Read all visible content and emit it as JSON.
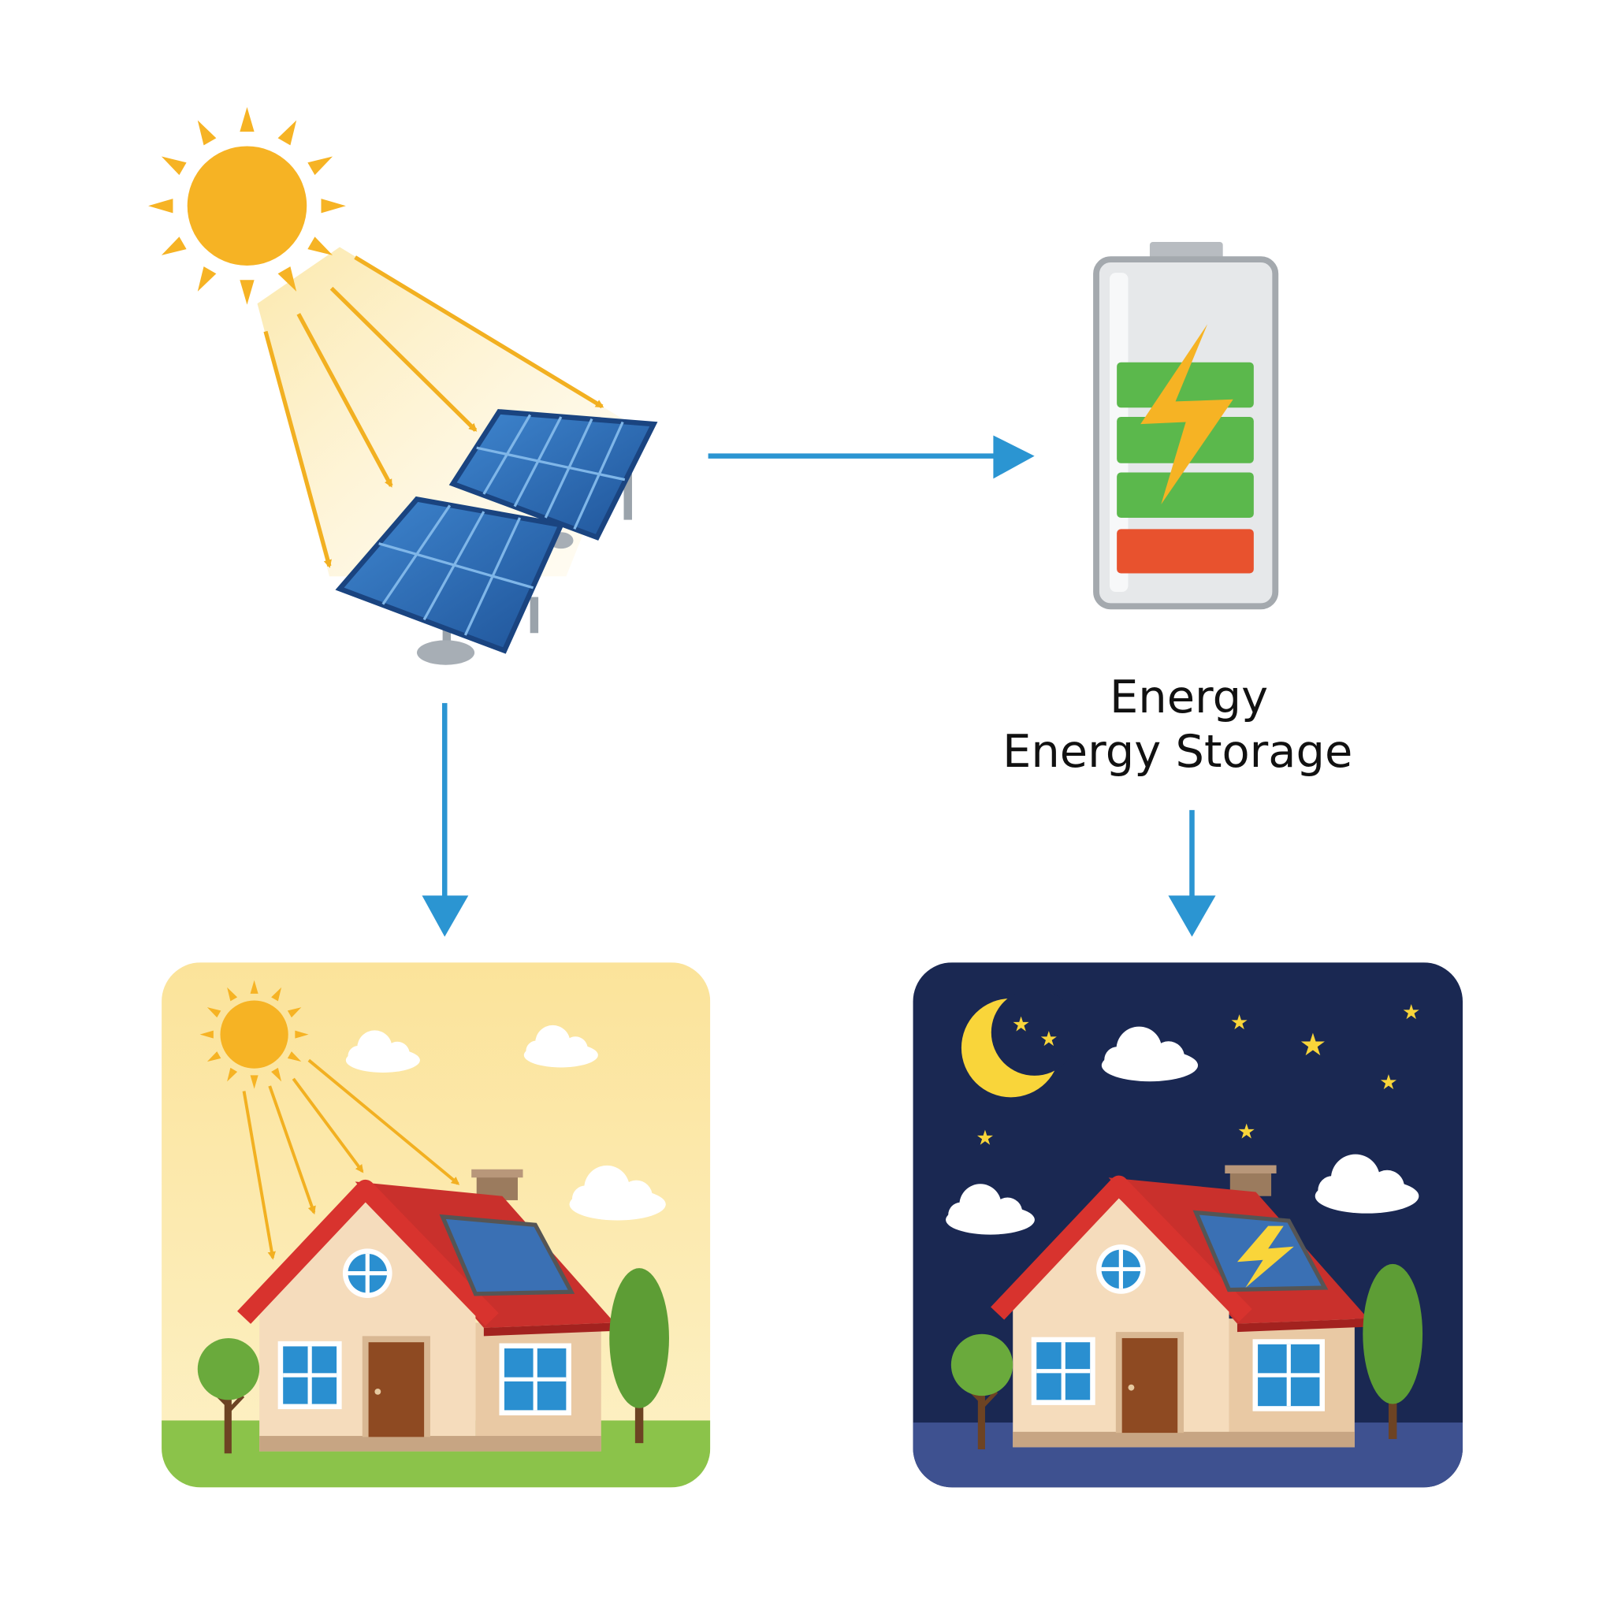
{
  "storage_label": {
    "line1": "Energy",
    "line2": "Energy Storage"
  },
  "colors": {
    "sun": "#f6b324",
    "arrow": "#2b95d2",
    "panel": "#2f6db3",
    "battery_green": "#5bb84c",
    "battery_red": "#e8522e",
    "day_sky": "#fbe6a0",
    "day_ground": "#8bc34a",
    "night_sky": "#1a2852",
    "night_ground": "#3e5190",
    "roof": "#c9302c",
    "wall": "#f5dcbc"
  },
  "battery": {
    "green_bars": 3,
    "red_bars": 1
  }
}
